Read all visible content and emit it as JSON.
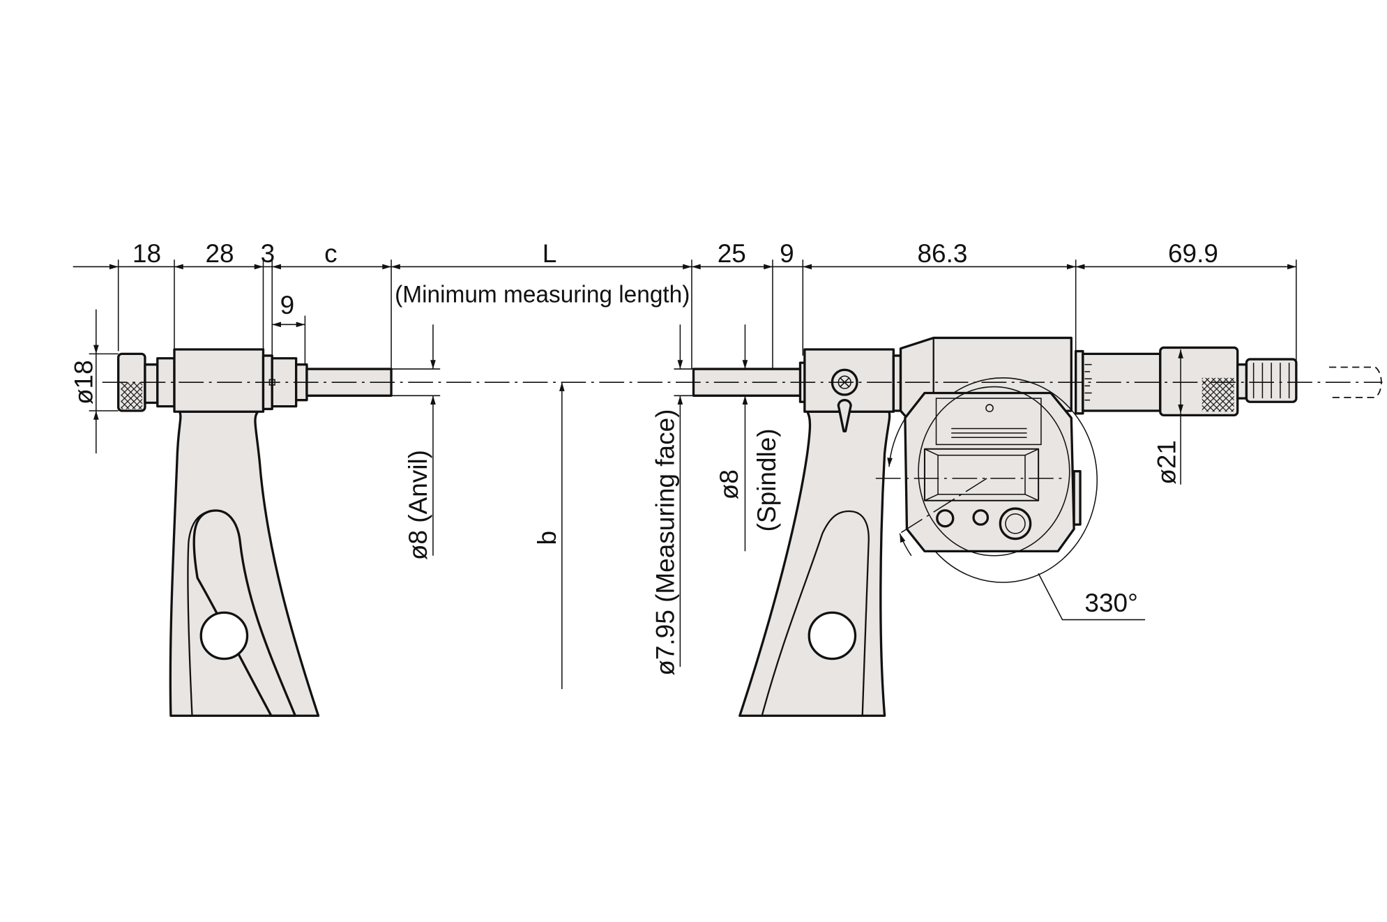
{
  "title": "Digital outside micrometer with interchangeable anvil - dimensional drawing",
  "dimensions": {
    "d18": "18",
    "d28": "28",
    "d3": "3",
    "c": "c",
    "L": "L",
    "min_length_note": "(Minimum measuring length)",
    "d25": "25",
    "d9_top": "9",
    "d86_3": "86.3",
    "d69_9": "69.9",
    "d9_small": "9",
    "dia18": "ø18",
    "anvil": "ø8 (Anvil)",
    "b": "b",
    "measuring_face": "ø7.95 (Measuring face)",
    "spindle_dia": "ø8",
    "spindle_label": "(Spindle)",
    "dia21": "ø21",
    "rotation": "330°"
  },
  "colors": {
    "body_fill": "#e9e5e3",
    "line": "#111111"
  }
}
